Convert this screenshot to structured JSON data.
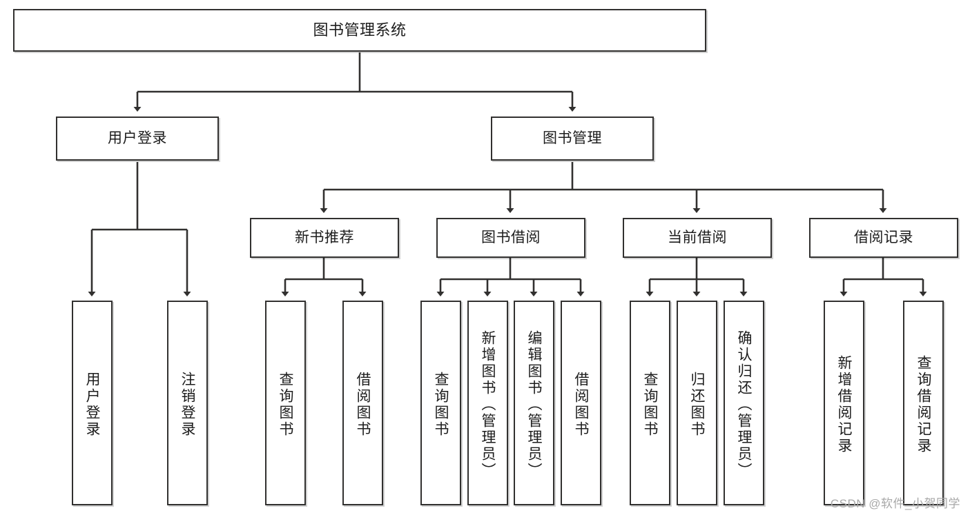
{
  "diagram": {
    "type": "tree-hierarchy-chart",
    "title": "图书管理系统",
    "watermark": "CSDN @软件_小贺同学",
    "colors": {
      "box_border": "#31302f",
      "box_fill": "#ffffff",
      "connector": "#31302f",
      "text": "#1c1c1c",
      "watermark": "#a8a8a8",
      "background": "#ffffff"
    },
    "nodes": {
      "root": {
        "label": "图书管理系统"
      },
      "level2": [
        {
          "label": "用户登录"
        },
        {
          "label": "图书管理"
        }
      ],
      "level3": [
        {
          "label": "新书推荐"
        },
        {
          "label": "图书借阅"
        },
        {
          "label": "当前借阅"
        },
        {
          "label": "借阅记录"
        }
      ],
      "leaves": {
        "user_login": [
          {
            "label": "用户登录"
          },
          {
            "label": "注销登录"
          }
        ],
        "new_book_recommend": [
          {
            "label": "查询图书"
          },
          {
            "label": "借阅图书"
          }
        ],
        "book_borrow": [
          {
            "label": "查询图书"
          },
          {
            "label": "新增图书（管理员）"
          },
          {
            "label": "编辑图书（管理员）"
          },
          {
            "label": "借阅图书"
          }
        ],
        "current_borrow": [
          {
            "label": "查询图书"
          },
          {
            "label": "归还图书"
          },
          {
            "label": "确认归还（管理员）"
          }
        ],
        "borrow_record": [
          {
            "label": "新增借阅记录"
          },
          {
            "label": "查询借阅记录"
          }
        ]
      }
    }
  }
}
